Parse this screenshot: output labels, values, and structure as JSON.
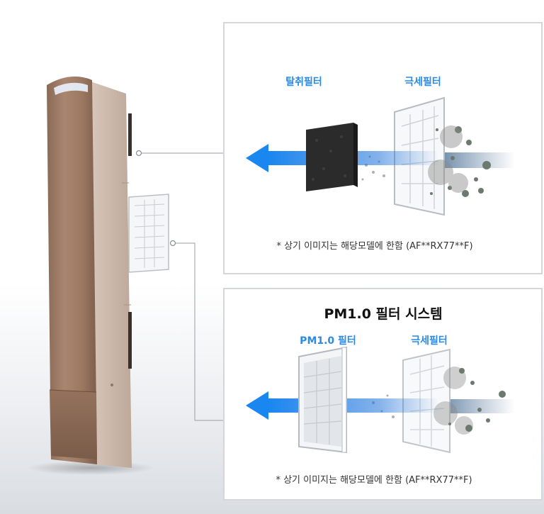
{
  "top_panel": {
    "filter1_label": "탈취필터",
    "filter2_label": "극세필터",
    "note": "* 상기 이미지는 해당모델에 한함 (AF**RX77**F)"
  },
  "bottom_panel": {
    "title": "PM1.0 필터 시스템",
    "filter1_label": "PM1.0 필터",
    "filter2_label": "극세필터",
    "note": "* 상기 이미지는 해당모델에 한함 (AF**RX77**F)"
  },
  "colors": {
    "accent_blue": "#2a8ae6",
    "unit_body": "#c9b4a6",
    "unit_panel": "#9a7660"
  }
}
